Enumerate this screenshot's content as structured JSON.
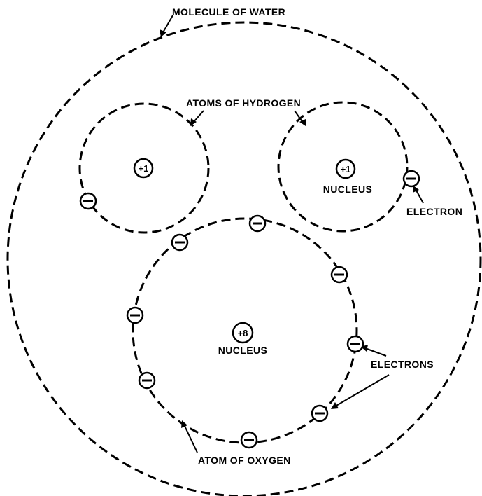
{
  "labels": {
    "molecule": "MOLECULE OF WATER",
    "hydrogen_atoms": "ATOMS OF HYDROGEN",
    "electron": "ELECTRON",
    "electrons": "ELECTRONS",
    "oxygen_atom": "ATOM OF OXYGEN",
    "nucleus": "NUCLEUS"
  },
  "hydrogen_left": {
    "charge": "+1"
  },
  "hydrogen_right": {
    "charge": "+1",
    "label": "NUCLEUS"
  },
  "oxygen": {
    "charge": "+8",
    "label": "NUCLEUS"
  }
}
